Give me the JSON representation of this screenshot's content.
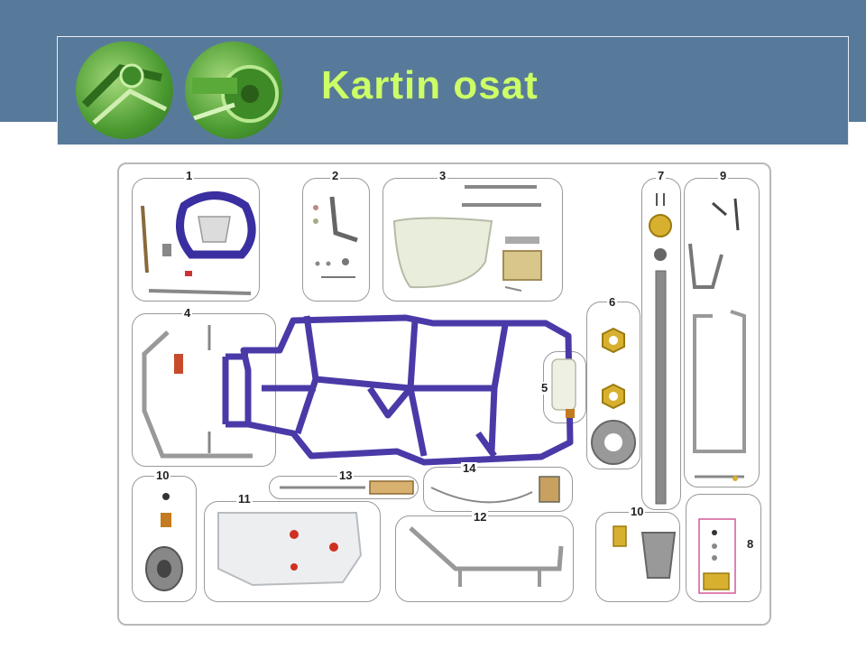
{
  "title": "Kartin osat",
  "part_numbers": [
    "1",
    "2",
    "3",
    "4",
    "5",
    "6",
    "7",
    "8",
    "9",
    "10",
    "10",
    "11",
    "12",
    "13",
    "14"
  ],
  "colors": {
    "header_band": "#587A9A",
    "title_text": "#ccff66",
    "frame": "#4a3aa8",
    "panel_border": "#999999",
    "highlight_box": "#d4589a"
  },
  "header_images": [
    "kart-steering-photo",
    "kart-brake-photo"
  ]
}
